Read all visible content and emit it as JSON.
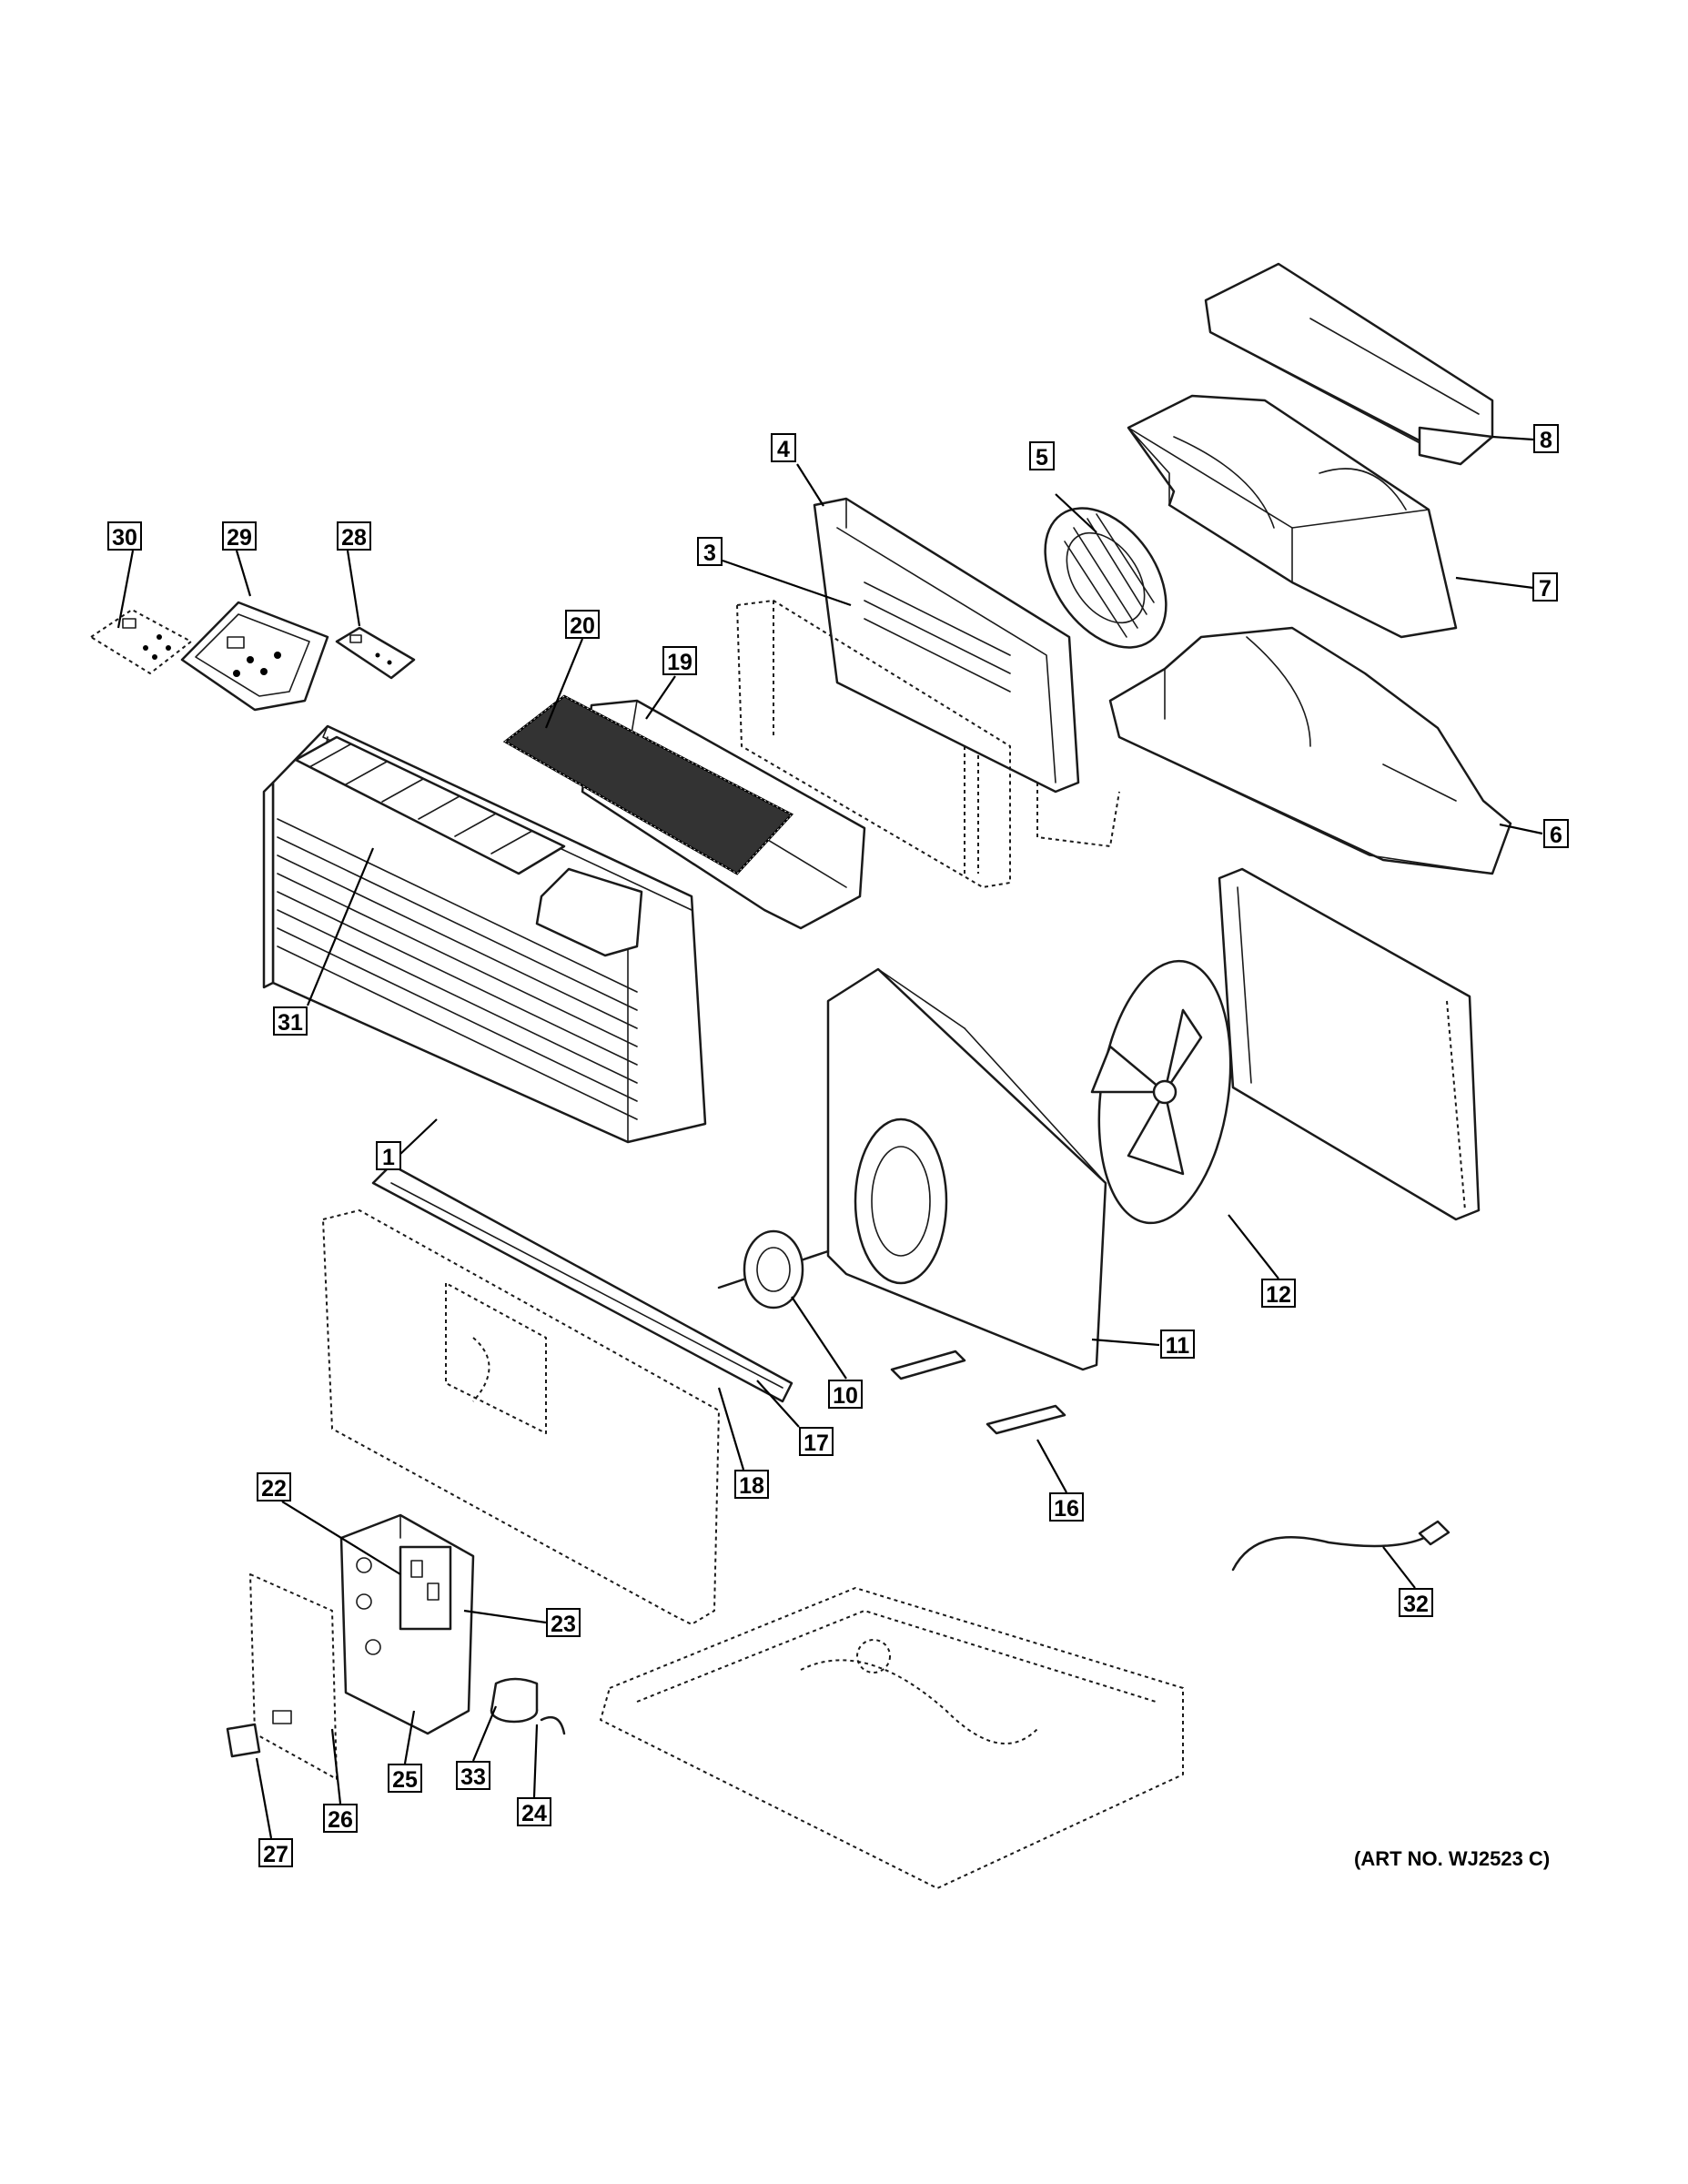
{
  "diagram": {
    "art_number": "(ART NO. WJ2523 C)",
    "callouts": {
      "c1": "1",
      "c3": "3",
      "c4": "4",
      "c5": "5",
      "c6": "6",
      "c7": "7",
      "c8": "8",
      "c10": "10",
      "c11": "11",
      "c12": "12",
      "c16": "16",
      "c17": "17",
      "c18": "18",
      "c19": "19",
      "c20": "20",
      "c22": "22",
      "c23": "23",
      "c24": "24",
      "c25": "25",
      "c26": "26",
      "c27": "27",
      "c28": "28",
      "c29": "29",
      "c30": "30",
      "c31": "31",
      "c32": "32",
      "c33": "33"
    }
  }
}
